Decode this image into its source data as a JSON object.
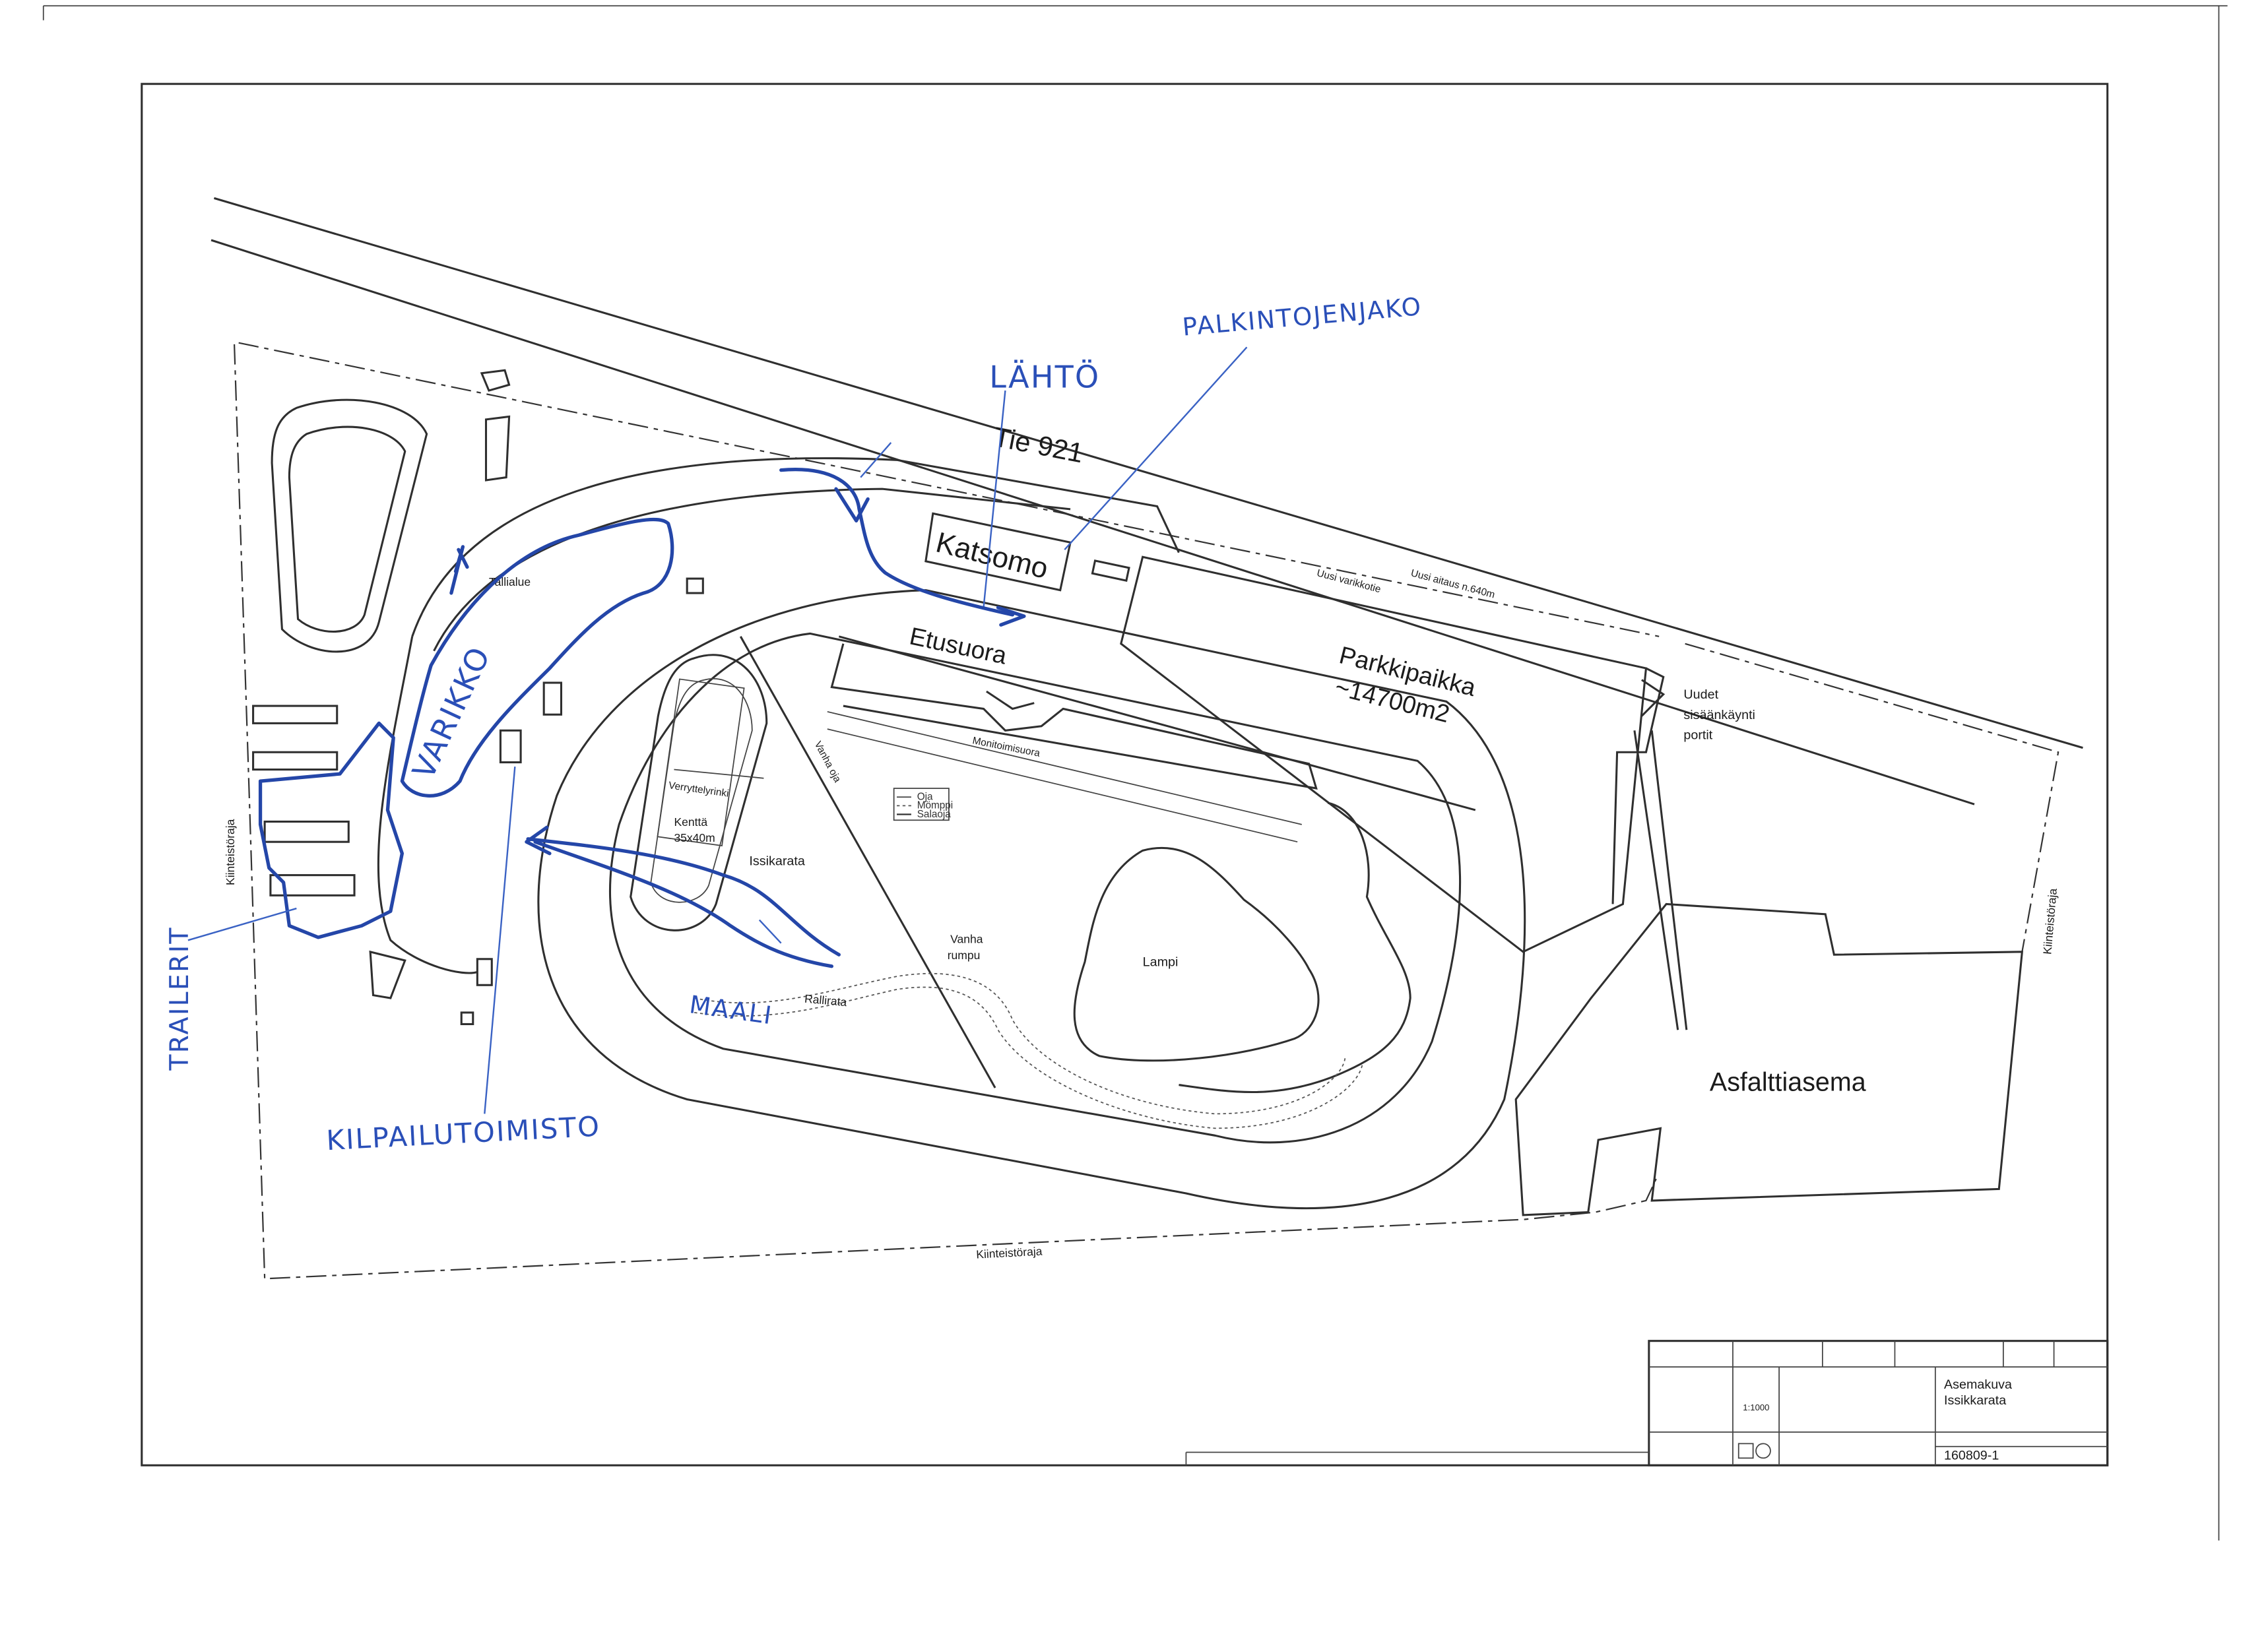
{
  "map": {
    "road": "Tie 921",
    "new_fence": "Uusi aitaus n.640m",
    "new_depot": "Uusi varikkotie",
    "grandstand": "Katsomo",
    "front_straight": "Etusuora",
    "parking": "Parkkipaikka",
    "parking_area": "~14700m2",
    "new_gates_1": "Uudet",
    "new_gates_2": "sisäänkäynti",
    "new_gates_3": "portit",
    "stable_area": "Tallialue",
    "warmup_track": "Verryttelyrinki",
    "field_1": "Kenttä",
    "field_2": "35x40m",
    "issikarata": "Issikarata",
    "multi_straight": "Monitoimisuora",
    "old_ditch": "Vanha oja",
    "old_culvert_1": "Vanha",
    "old_culvert_2": "rumpu",
    "pond": "Lampi",
    "rally_track": "Rallirata",
    "asphalt_station": "Asfalttiasema",
    "property_line": "Kiinteistöraja",
    "legend": [
      "Oja",
      "Mömppi",
      "Salaoja"
    ]
  },
  "annotations": {
    "start": "LÄHTÖ",
    "prize_giving": "PALKINTOJENJAKO",
    "paddock": "VARIKKO",
    "trailers": "TRAILERIT",
    "race_office": "KILPAILUTOIMISTO",
    "finish": "MAALI"
  },
  "title_block": {
    "drawing": "Asemakuva",
    "site": "Issikkarata",
    "scale": "1:1000",
    "number": "160809-1"
  },
  "colors": {
    "ink": "#2f2f2f",
    "handwriting": "#2446a8",
    "paper": "#ffffff"
  }
}
